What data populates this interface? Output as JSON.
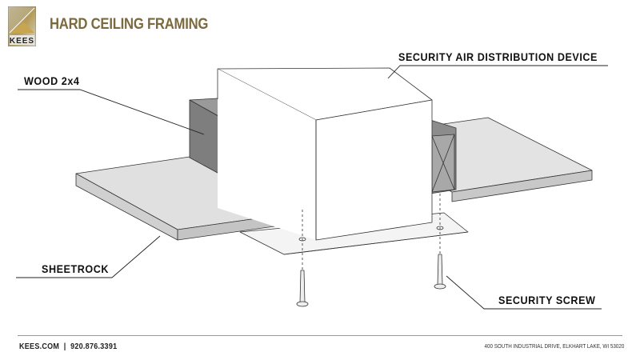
{
  "header": {
    "logo_text": "KEES",
    "title": "HARD CEILING FRAMING"
  },
  "labels": {
    "device": "SECURITY AIR DISTRIBUTION DEVICE",
    "wood": "WOOD 2x4",
    "sheetrock": "SHEETROCK",
    "screw": "SECURITY SCREW"
  },
  "footer": {
    "website": "KEES.COM",
    "separator": "|",
    "phone": "920.876.3391",
    "address": "400 SOUTH INDUSTRIAL DRIVE, ELKHART LAKE, WI 53020"
  },
  "colors": {
    "brand": "#7a6a3e",
    "wood": "#8a8a8a",
    "sheetrock": "#e0e0e0"
  }
}
